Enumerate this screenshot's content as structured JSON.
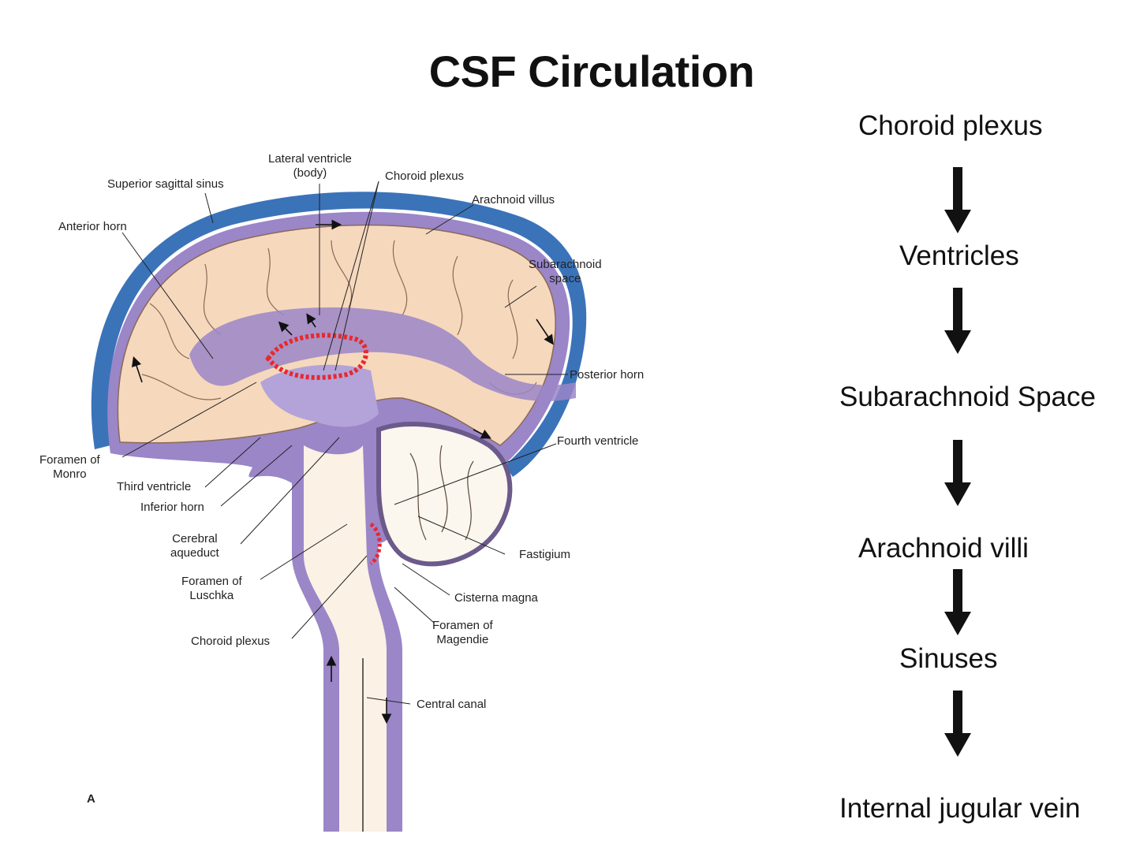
{
  "title": "CSF Circulation",
  "flow": {
    "steps": [
      "Choroid plexus",
      "Ventricles",
      "Subarachnoid Space",
      "Arachnoid villi",
      "Sinuses",
      "Internal jugular vein"
    ]
  },
  "diagram": {
    "panel_letter": "A",
    "labels": {
      "lateral_ventricle": "Lateral ventricle\n(body)",
      "superior_sagittal_sinus": "Superior sagittal sinus",
      "choroid_plexus_top": "Choroid plexus",
      "arachnoid_villus": "Arachnoid villus",
      "anterior_horn": "Anterior horn",
      "subarachnoid_space": "Subarachnoid\nspace",
      "posterior_horn": "Posterior horn",
      "fourth_ventricle": "Fourth ventricle",
      "foramen_of_monro": "Foramen of\nMonro",
      "third_ventricle": "Third ventricle",
      "inferior_horn": "Inferior horn",
      "cerebral_aqueduct": "Cerebral\naqueduct",
      "fastigium": "Fastigium",
      "foramen_of_luschka": "Foramen of\nLuschka",
      "cisterna_magna": "Cisterna magna",
      "foramen_of_magendie": "Foramen of\nMagendie",
      "choroid_plexus_bottom": "Choroid plexus",
      "central_canal": "Central canal"
    }
  },
  "colors": {
    "csf": "#9b86c8",
    "sinus": "#3b73b9",
    "brain": "#f6d8bd",
    "choroid": "#e8282e",
    "cerebellum": "#fbf6ee"
  }
}
